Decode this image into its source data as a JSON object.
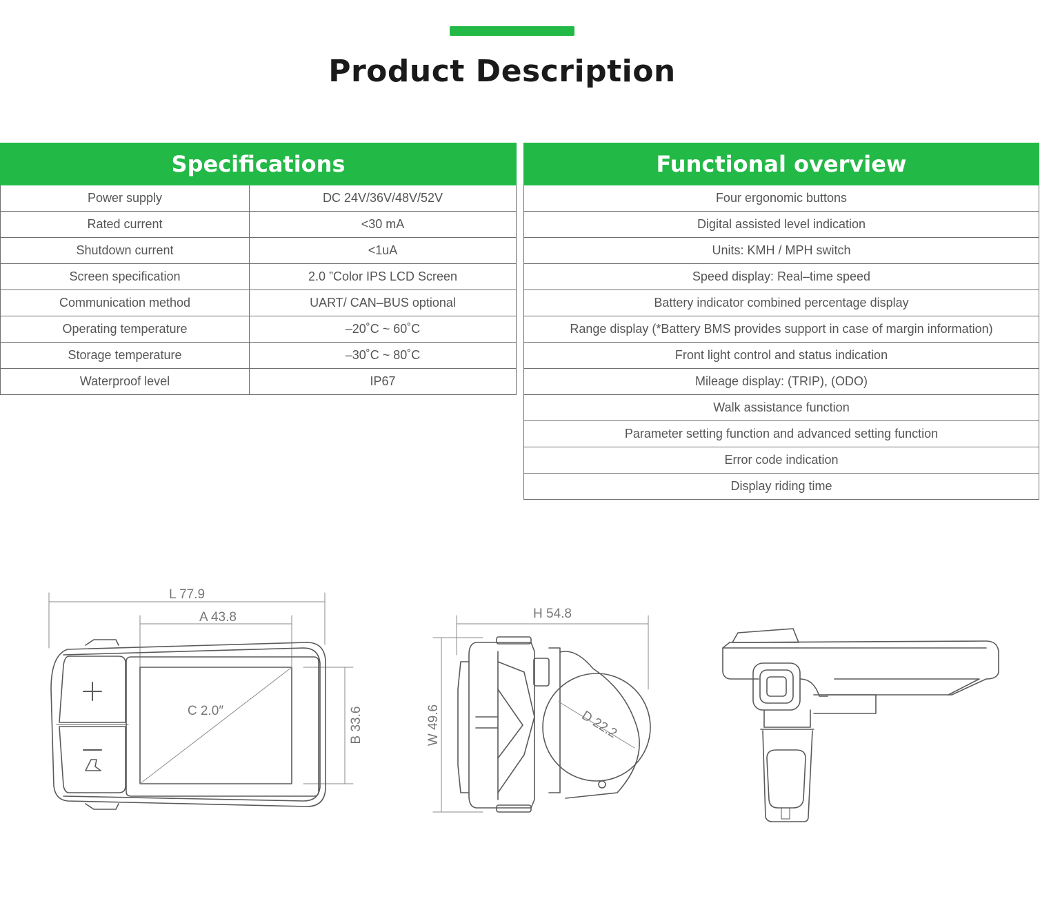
{
  "page": {
    "title": "Product Description",
    "accent_color": "#23b947"
  },
  "specifications": {
    "heading": "Specifications",
    "rows": [
      {
        "label": "Power supply",
        "value": "DC 24V/36V/48V/52V"
      },
      {
        "label": "Rated current",
        "value": "<30 mA"
      },
      {
        "label": "Shutdown current",
        "value": "<1uA"
      },
      {
        "label": "Screen specification",
        "value": "2.0 ”Color IPS LCD Screen"
      },
      {
        "label": "Communication method",
        "value": "UART/ CAN–BUS optional"
      },
      {
        "label": "Operating temperature",
        "value": "–20˚C ~ 60˚C"
      },
      {
        "label": "Storage temperature",
        "value": "–30˚C ~ 80˚C"
      },
      {
        "label": "Waterproof level",
        "value": "IP67"
      }
    ]
  },
  "functional_overview": {
    "heading": "Functional overview",
    "items": [
      "Four ergonomic buttons",
      "Digital assisted level indication",
      "Units: KMH / MPH switch",
      "Speed display: Real–time speed",
      "Battery indicator combined percentage display",
      "Range display (*Battery BMS provides support in case of margin information)",
      "Front light control and status indication",
      "Mileage display: (TRIP), (ODO)",
      "Walk assistance function",
      "Parameter setting function and advanced setting function",
      "Error code indication",
      "Display riding time"
    ]
  },
  "dimensions": {
    "length": "L 77.9",
    "screen_width": "A 43.8",
    "screen_diagonal": "C 2.0″",
    "screen_height": "B 33.6",
    "height": "H 54.8",
    "width": "W 49.6",
    "clamp_diameter": "D 22.2"
  }
}
